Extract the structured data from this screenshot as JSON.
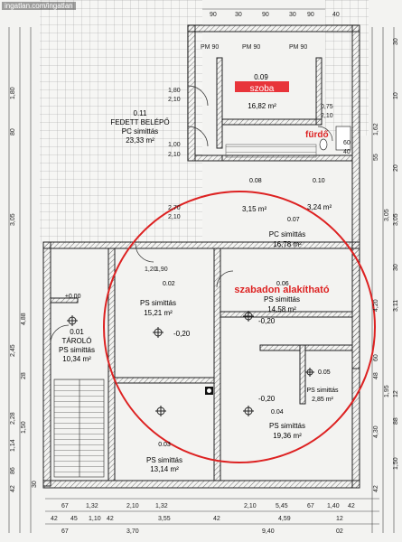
{
  "watermark": "ingatlan.com/ingatlan",
  "rooms": {
    "szoba": {
      "no": "0.09",
      "label": "szoba",
      "area": "16,82 m²"
    },
    "belepo": {
      "no": "0.11",
      "name": "FEDETT BELÉPŐ",
      "finish": "PC simittás",
      "area": "23,33 m²"
    },
    "furdo": {
      "label": "fürdő"
    },
    "r008": {
      "no": "0.08"
    },
    "r010": {
      "no": "0.10"
    },
    "r007": {
      "no": "0.07",
      "finish": "PC simittás",
      "area": "16,78 m²",
      "area2": "3,15 m²",
      "area3": "3,24 m²"
    },
    "taroló": {
      "no": "0.01",
      "name": "TÁROLÓ",
      "finish": "PS simittás",
      "area": "10,34 m²",
      "level": "±0.00"
    },
    "r002": {
      "no": "0.02",
      "finish": "PS simittás",
      "area": "15,21 m²",
      "level": "-0,20"
    },
    "r006": {
      "no": "0.06",
      "finish": "PS simittás",
      "area": "14,58 m²",
      "level": "-0,20"
    },
    "r005": {
      "no": "0.05",
      "finish": "PS simittás",
      "area": "2,85 m²"
    },
    "r003": {
      "no": "0.03",
      "finish": "PS simittás",
      "area": "13,14 m²"
    },
    "r004": {
      "no": "0.04",
      "finish": "PS simittás",
      "area": "19,36 m²",
      "level": "-0,20"
    }
  },
  "annotation": "szabadon alakítható",
  "window_tags": [
    "PM 90",
    "PM 90",
    "PM 90"
  ],
  "door_dims": [
    "1,80",
    "2,10",
    "1,00",
    "2,10",
    "2,70",
    "2,10",
    "1,20",
    "1,90",
    "0,75",
    "2,10",
    "60",
    "40"
  ],
  "top_dims": [
    "90",
    "30",
    "90",
    "30",
    "90",
    "40"
  ],
  "left_dims": [
    "1,80",
    "80",
    "3,05",
    "4,88",
    "2,45",
    "2,28",
    "1,14",
    "86",
    "42",
    "1,50",
    "28",
    "30"
  ],
  "right_dims": [
    "1,62",
    "55",
    "3,05",
    "4,20",
    "3,11",
    "1,95",
    "4,30",
    "3,05",
    "48",
    "30",
    "60",
    "88",
    "42",
    "1,50",
    "10",
    "20",
    "12",
    "30"
  ],
  "bottom_dims": [
    "67",
    "1,32",
    "2,10",
    "1,32",
    "2,10",
    "67",
    "42",
    "45",
    "1,10",
    "42",
    "3,55",
    "42",
    "4,59",
    "12",
    "5,45",
    "1,40",
    "42",
    "67",
    "3,70",
    "9,40",
    "02"
  ]
}
